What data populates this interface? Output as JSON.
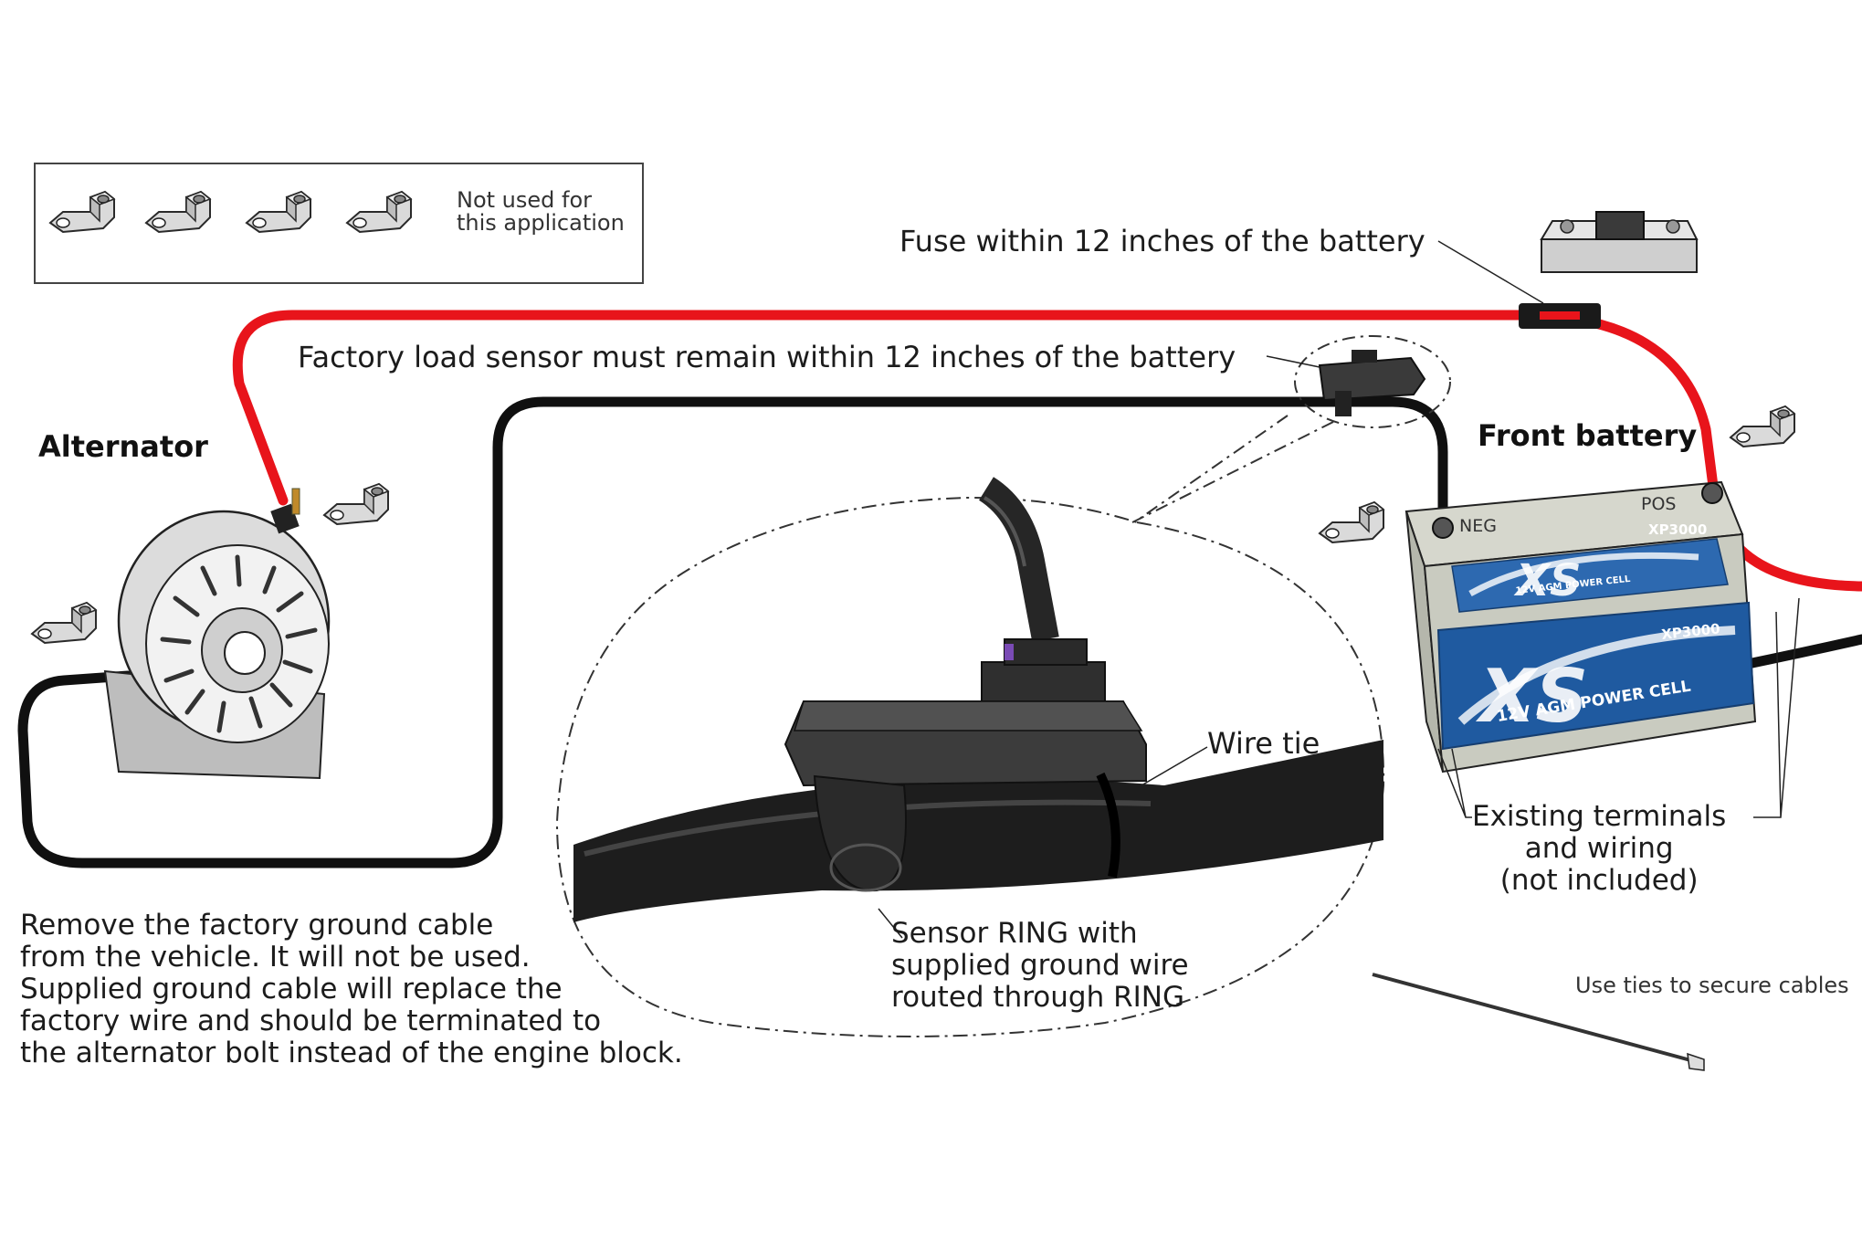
{
  "labels": {
    "not_used_line1": "Not used for",
    "not_used_line2": "this application",
    "fuse_note": "Fuse within 12 inches of the battery",
    "sensor_note": "Factory load sensor must remain within 12 inches of the battery",
    "alternator": "Alternator",
    "front_battery": "Front battery",
    "wire_tie": "Wire tie",
    "existing_line1": "Existing terminals",
    "existing_line2": "and wiring",
    "existing_line3": "(not included)",
    "ring_line1": "Sensor RING with",
    "ring_line2": "supplied ground wire",
    "ring_line3": "routed through RING",
    "ties_note": "Use ties to secure cables",
    "remove_line1": "Remove the factory ground cable",
    "remove_line2": "from the vehicle.  It will not be used.",
    "remove_line3": "Supplied ground cable will replace the",
    "remove_line4": "factory wire and should be terminated to",
    "remove_line5": "the alternator bolt instead of the engine block."
  },
  "battery": {
    "pos_label": "POS",
    "neg_label": "NEG",
    "model_top": "XP3000",
    "model_front": "XP3000",
    "brand": "XS",
    "line_top": "12V AGM POWER CELL",
    "line_front": "12V AGM POWER CELL"
  },
  "colors": {
    "positive_cable": "#e8141b",
    "ground_cable": "#101010",
    "bracket_fill": "#d9d9d9",
    "battery_case": "#c9cbc0",
    "battery_label": "#1f5aa0"
  },
  "icons": [
    "terminal-bracket-icon",
    "alternator-icon",
    "battery-icon",
    "fuse-holder-icon",
    "load-sensor-icon",
    "cable-tie-icon"
  ]
}
